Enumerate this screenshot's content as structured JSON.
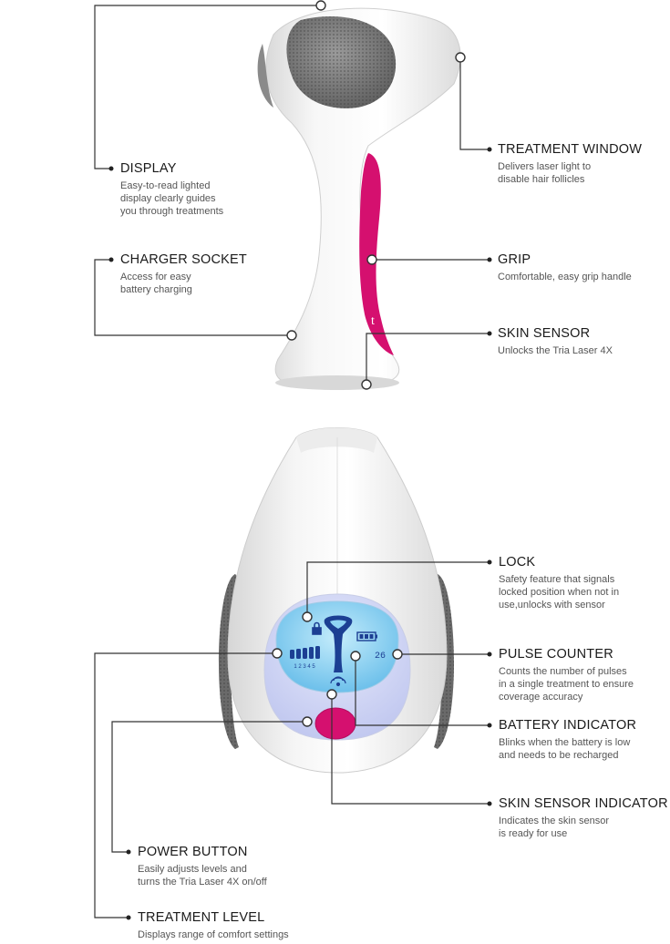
{
  "brand_mark": "t",
  "lcd": {
    "level_numbers": "1 2 3 4 5",
    "pulse_count": "26"
  },
  "colors": {
    "accent": "#d5106f",
    "lcd_blue": "#8fd3f4",
    "lcd_ink": "#1c3f93",
    "line": "#333333"
  },
  "labels": {
    "display": {
      "title": "DISPLAY",
      "desc": "Easy-to-read lighted\ndisplay clearly guides\nyou through treatments"
    },
    "charger_socket": {
      "title": "CHARGER SOCKET",
      "desc": "Access for easy\nbattery charging"
    },
    "treatment_window": {
      "title": "TREATMENT WINDOW",
      "desc": "Delivers laser light to\ndisable hair follicles"
    },
    "grip": {
      "title": "GRIP",
      "desc": "Comfortable, easy grip handle"
    },
    "skin_sensor": {
      "title": "SKIN SENSOR",
      "desc": "Unlocks the Tria Laser 4X"
    },
    "lock": {
      "title": "LOCK",
      "desc": "Safety feature that signals\nlocked position when not in\nuse,unlocks with sensor"
    },
    "pulse_counter": {
      "title": "PULSE COUNTER",
      "desc": "Counts the number of pulses\nin a single treatment to ensure\ncoverage accuracy"
    },
    "battery_indicator": {
      "title": "BATTERY INDICATOR",
      "desc": "Blinks when the battery is low\nand needs to be recharged"
    },
    "skin_sensor_indicator": {
      "title": "SKIN SENSOR INDICATOR",
      "desc": "Indicates the skin sensor\nis ready for use"
    },
    "power_button": {
      "title": "POWER BUTTON",
      "desc": "Easily adjusts levels and\nturns the Tria Laser 4X on/off"
    },
    "treatment_level": {
      "title": "TREATMENT LEVEL",
      "desc": "Displays range of comfort settings"
    }
  }
}
